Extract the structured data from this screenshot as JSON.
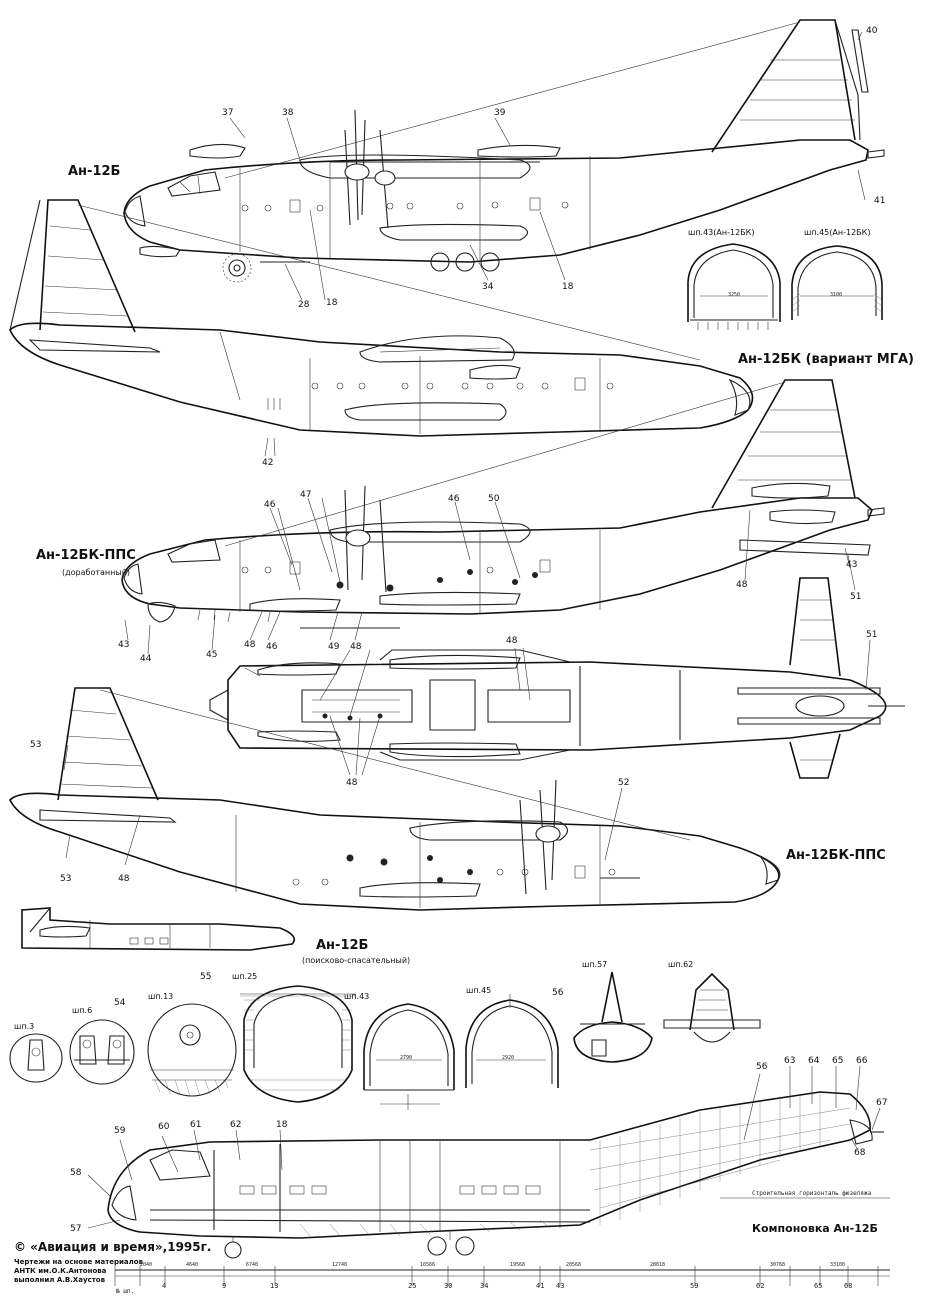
{
  "titles": {
    "an12b_top": "Ан-12Б",
    "an12bk_mga": "Ан-12БК (вариант МГА)",
    "an12bk_pps_mod": "Ан-12БК-ППС",
    "an12bk_pps_mod_sub": "(доработанный)",
    "an12bk_pps": "Ан-12БК-ППС",
    "an12b_sar": "Ан-12Б",
    "an12b_sar_sub": "(поисково-спасательный)",
    "layout": "Компоновка  Ан-12Б"
  },
  "sections_upper": {
    "s43": "шп.43(Ан-12БК)",
    "s45": "шп.45(Ан-12БК)",
    "dim_s43": "3250",
    "dim_s45": "3100"
  },
  "sections_lower": {
    "s3": "шп.3",
    "s6": "шп.6",
    "s13": "шп.13",
    "s25": "шп.25",
    "s43": "шп.43",
    "s45": "шп.45",
    "s57": "шп.57",
    "s62": "шп.62",
    "dim_43": "2790",
    "dim_45": "2920"
  },
  "callouts": {
    "c37": "37",
    "c38": "38",
    "c39": "39",
    "c40": "40",
    "c41": "41",
    "c18a": "18",
    "c18b": "18",
    "c28": "28",
    "c34": "34",
    "c42": "42",
    "c46a": "46",
    "c47": "47",
    "c46b": "46",
    "c50": "50",
    "c43a": "43",
    "c51a": "51",
    "c48a": "48",
    "c43b": "43",
    "c44": "44",
    "c45": "45",
    "c48b": "48",
    "c46c": "46",
    "c49": "49",
    "c48c": "48",
    "c48d": "48",
    "c51b": "51",
    "c48e": "48",
    "c53a": "53",
    "c52": "52",
    "c53b": "53",
    "c48f": "48",
    "c54": "54",
    "c55": "55",
    "c56a": "56",
    "c56b": "56",
    "c59": "59",
    "c60": "60",
    "c61": "61",
    "c62": "62",
    "c18c": "18",
    "c63": "63",
    "c64": "64",
    "c65": "65",
    "c66": "66",
    "c67": "67",
    "c58": "58",
    "c57": "57",
    "c68": "68"
  },
  "layout_notes": {
    "horizon": "Строительная горизонталь фюзеляжа"
  },
  "dimensions": {
    "d2040": "2040",
    "d4640": "4640",
    "d6740": "6740",
    "d12740": "12740",
    "d16566": "16566",
    "d19568": "19568",
    "d20568": "20568",
    "d28018": "28018",
    "d30768": "30768",
    "d33100": "33100"
  },
  "frames": {
    "label": "№ шп.",
    "f4": "4",
    "f9": "9",
    "f13": "13",
    "f25": "25",
    "f30": "30",
    "f34": "34",
    "f41": "41",
    "f43": "43",
    "f59": "59",
    "f62": "62",
    "f65": "65",
    "f68": "68"
  },
  "copyright": "© «Авиация и время»,1995г.",
  "credits": {
    "line1": "Чертежи на основе материалов",
    "line2": "АНТК им.О.К.Антонова",
    "line3": "выполнил А.В.Хаустов"
  },
  "colors": {
    "ink": "#111111",
    "paper": "#ffffff"
  }
}
